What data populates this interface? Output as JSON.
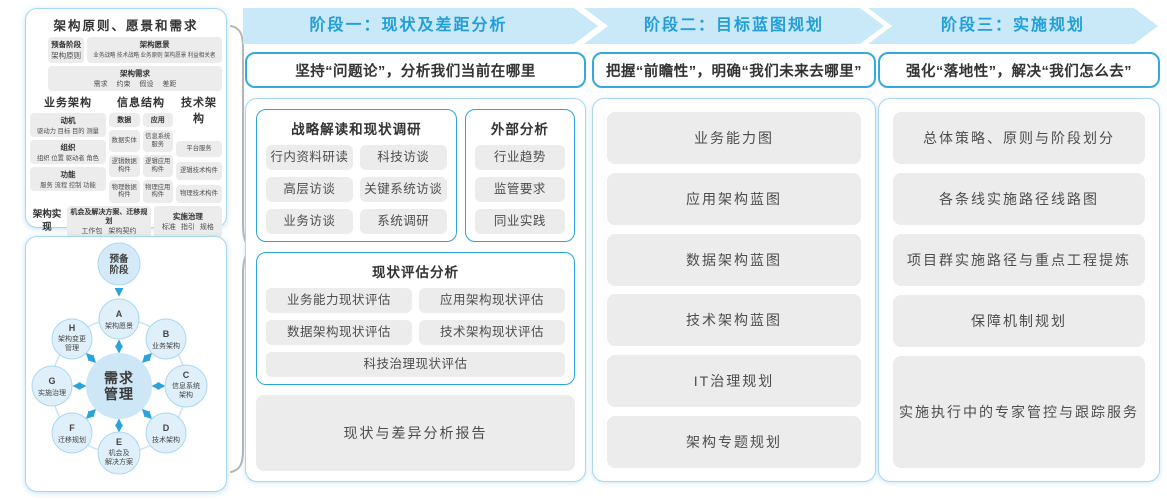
{
  "colors": {
    "accent_blue": "#2aa4dd",
    "band_background": "#c9e8f8",
    "light_blue_border": "#a9d7f0",
    "gray_box": "#ececec"
  },
  "left_panel": {
    "title": "架构原则、愿景和需求",
    "prep": {
      "line1": "预备阶段",
      "line2": "架构原则"
    },
    "vision": {
      "title": "架构愿景",
      "sub": "业务战略 技术战略 业务原则 架构愿景 利益相关者"
    },
    "requirements": {
      "title": "架构需求",
      "sub": "需求 约束 假设 差距"
    },
    "business": {
      "header": "业务架构",
      "boxes": [
        {
          "title": "动机",
          "sub": "驱动力 目标 目的 测量"
        },
        {
          "title": "组织",
          "sub": "组织 位置 驱动者 角色"
        },
        {
          "title": "功能",
          "sub": "服务 流程 控制 功能"
        }
      ]
    },
    "information": {
      "header": "信息结构",
      "data_col": {
        "label": "数据",
        "items": [
          "数据实体",
          "逻辑数据构件",
          "物理数据构件"
        ]
      },
      "app_col": {
        "label": "应用",
        "items": [
          "信息系统服务",
          "逻辑应用构件",
          "物理应用构件"
        ]
      }
    },
    "technology": {
      "header": "技术架构",
      "items": [
        "平台服务",
        "逻辑技术构件",
        "物理技术构件"
      ]
    },
    "realization": {
      "label": "架构实现",
      "box1": {
        "title": "机会及解决方案、迁移规划",
        "sub": "工作包 架构契约"
      },
      "box2": {
        "title": "实施治理",
        "sub": "标准 指引 规格"
      }
    }
  },
  "adm": {
    "prep": {
      "line1": "预备",
      "line2": "阶段"
    },
    "center": {
      "line1": "需求",
      "line2": "管理"
    },
    "nodes": [
      {
        "letter": "A",
        "lines": [
          "架构愿景"
        ]
      },
      {
        "letter": "B",
        "lines": [
          "业务架构"
        ]
      },
      {
        "letter": "C",
        "lines": [
          "信息系统",
          "架构"
        ]
      },
      {
        "letter": "D",
        "lines": [
          "技术架构"
        ]
      },
      {
        "letter": "E",
        "lines": [
          "机会及",
          "解决方案"
        ]
      },
      {
        "letter": "F",
        "lines": [
          "迁移规划"
        ]
      },
      {
        "letter": "G",
        "lines": [
          "实施治理"
        ]
      },
      {
        "letter": "H",
        "lines": [
          "架构变更",
          "管理"
        ]
      }
    ]
  },
  "phases": [
    {
      "header": "阶段一：现状及差距分析",
      "subtitle": "坚持“问题论”，分析我们当前在哪里",
      "groups": [
        {
          "title": "战略解读和现状调研",
          "items": [
            "行内资料研读",
            "科技访谈",
            "高层访谈",
            "关键系统访谈",
            "业务访谈",
            "系统调研"
          ]
        },
        {
          "title": "外部分析",
          "items": [
            "行业趋势",
            "监管要求",
            "同业实践"
          ]
        },
        {
          "title": "现状评估分析",
          "items": [
            "业务能力现状评估",
            "应用架构现状评估",
            "数据架构现状评估",
            "技术架构现状评估",
            "科技治理现状评估"
          ]
        }
      ],
      "report": "现状与差异分析报告"
    },
    {
      "header": "阶段二：目标蓝图规划",
      "subtitle": "把握“前瞻性”，明确“我们未来去哪里”",
      "items": [
        "业务能力图",
        "应用架构蓝图",
        "数据架构蓝图",
        "技术架构蓝图",
        "IT治理规划",
        "架构专题规划"
      ]
    },
    {
      "header": "阶段三：实施规划",
      "subtitle": "强化“落地性”，解决“我们怎么去”",
      "items": [
        "总体策略、原则与阶段划分",
        "各条线实施路径线路图",
        "项目群实施路径与重点工程提炼",
        "保障机制规划",
        "实施执行中的专家管控与跟踪服务"
      ]
    }
  ]
}
